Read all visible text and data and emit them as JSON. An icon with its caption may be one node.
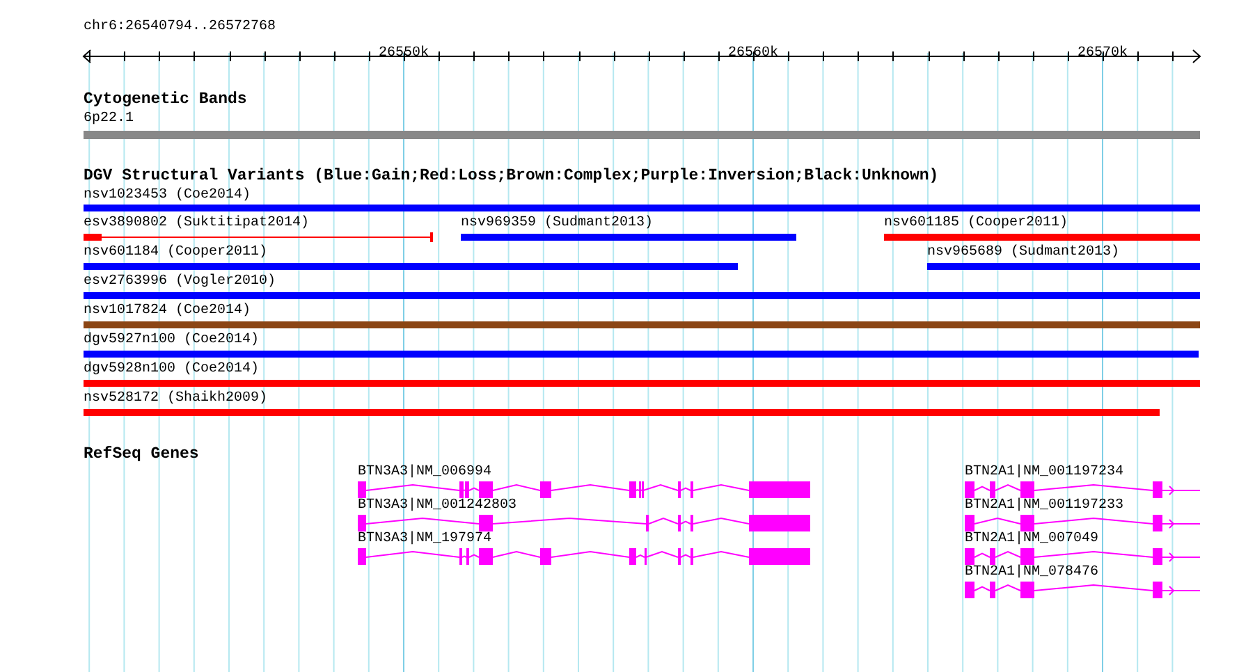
{
  "diagram": {
    "labels": [
      "chr6:26540794..26572768",
      "26550k",
      "26560k",
      "26570k",
      "Cytogenetic Bands",
      "6p22.1",
      "DGV Structural Variants (Blue:Gain;Red:Loss;Brown:Complex;Purple:Inversion;Black:Unknown)",
      "nsv1023453 (Coe2014)",
      "esv3890802 (Suktitipat2014)",
      "nsv969359 (Sudmant2013)",
      "nsv601185 (Cooper2011)",
      "nsv601184 (Cooper2011)",
      "nsv965689 (Sudmant2013)",
      "esv2763996 (Vogler2010)",
      "nsv1017824 (Coe2014)",
      "dgv5927n100 (Coe2014)",
      "dgv5928n100 (Coe2014)",
      "nsv528172 (Shaikh2009)",
      "RefSeq Genes",
      "BTN3A3|NM_006994",
      "BTN2A1|NM_001197234",
      "BTN3A3|NM_001242803",
      "BTN2A1|NM_001197233",
      "BTN3A3|NM_197974",
      "BTN2A1|NM_007049",
      "BTN2A1|NM_078476"
    ]
  }
}
